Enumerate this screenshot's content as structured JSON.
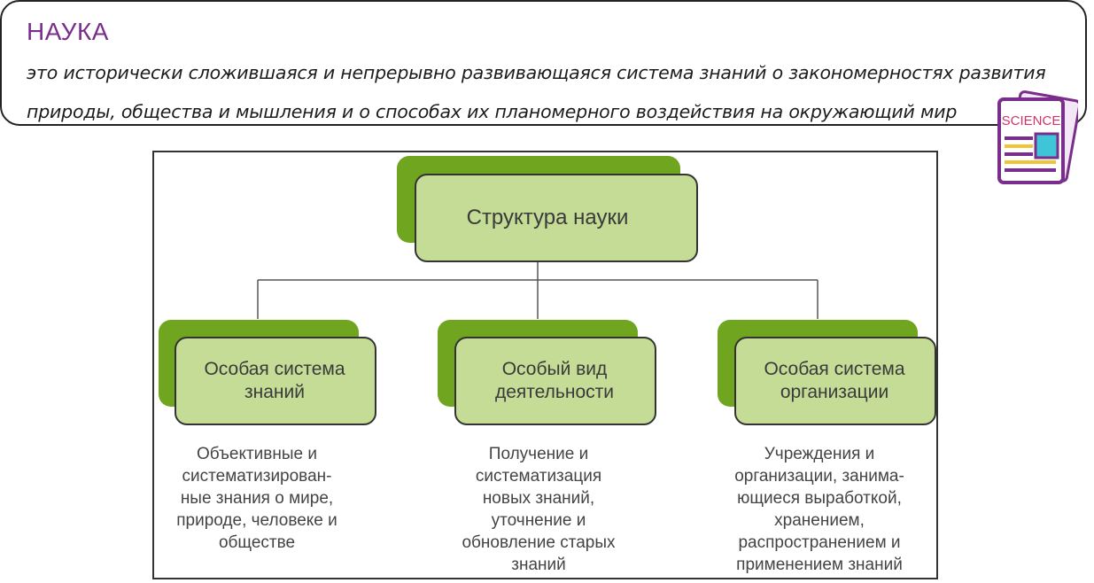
{
  "definition": {
    "term": "НАУКА",
    "text": "это исторически сложившаяся и непрерывно развивающаяся система знаний о закономерностях развития природы, общества и мышления и о способах их планомерного воздействия на окружающий мир"
  },
  "icon": {
    "name": "science-newspaper-icon",
    "label": "SCIENCE"
  },
  "colors": {
    "accent_dark": "#6fa51f",
    "accent_light": "#c4dc95",
    "term": "#7a2e8c"
  },
  "diagram": {
    "root": "Структура науки",
    "branches": [
      {
        "title": "Особая система\nзнаний",
        "description": "Объективные и\nсистематизирован-\nные знания о мире,\nприроде, человеке и\nобществе"
      },
      {
        "title": "Особый вид\nдеятельности",
        "description": "Получение и\nсистематизация\nновых знаний,\nуточнение и\nобновление старых\nзнаний"
      },
      {
        "title": "Особая система\nорганизации",
        "description": "Учреждения и\nорганизации, занима-\nющиеся выработкой,\nхранением,\nраспространением и\nприменением знаний"
      }
    ]
  }
}
